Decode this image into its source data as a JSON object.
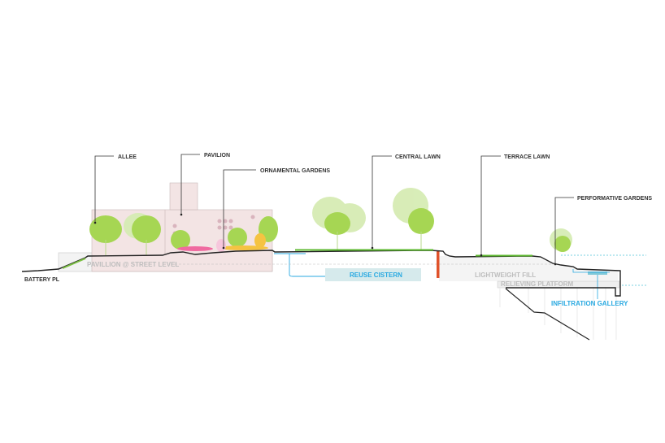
{
  "labels": {
    "allee": "ALLEE",
    "pavilion": "PAVILION",
    "ornamental_gardens": "ORNAMENTAL GARDENS",
    "central_lawn": "CENTRAL LAWN",
    "terrace_lawn": "TERRACE LAWN",
    "performative_gardens": "PERFORMATIVE GARDENS",
    "battery_pl": "BATTERY PL",
    "pavillion_street_level": "PAVILLION @ STREET LEVEL",
    "reuse_cistern": "REUSE CISTERN",
    "lightweight_fill": "LIGHTWEIGHT FILL",
    "relieving_platform": "RELIEVING PLATFORM",
    "infiltration_gallery": "INFILTRATION GALLERY"
  },
  "colors": {
    "ground": "#222222",
    "lawn": "#5cb82e",
    "tree": "#9fd44a",
    "tree_light": "#cfe8a6",
    "pavilion": "#f1e1e1",
    "water": "#29a9e1",
    "cistern": "#d6eaec",
    "wall": "#e0522a"
  }
}
